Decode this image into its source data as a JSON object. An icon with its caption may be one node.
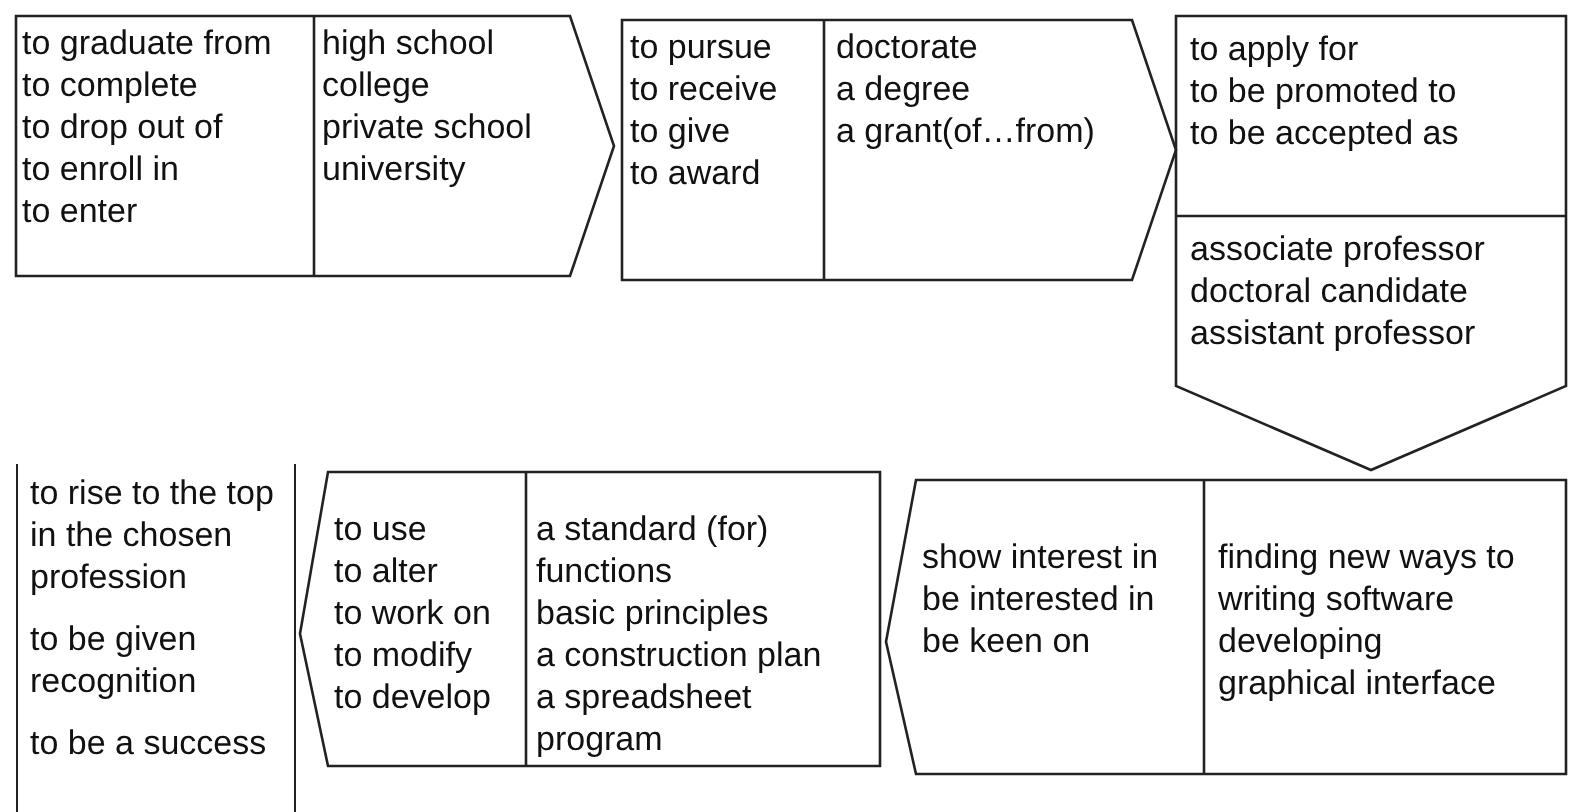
{
  "diagram": {
    "nodes": [
      {
        "text": [],
        "shape": "chevron"
      },
      {
        "text": [
          "to graduate from",
          "to complete",
          "to drop out of",
          "to enroll in",
          "to enter"
        ],
        "in": 0
      },
      {
        "text": [
          "high school",
          "college",
          "private school",
          "university"
        ],
        "in": 0
      },
      {
        "text": [],
        "shape": "chevron"
      },
      {
        "text": [
          "to pursue",
          "to receive",
          "to give",
          "to award"
        ],
        "in": 3
      },
      {
        "text": [
          "doctorate",
          "a degree",
          "a grant(of…from)"
        ],
        "in": 3
      },
      {
        "text": [],
        "shape": "chevron"
      },
      {
        "text": [
          "to apply for",
          "to be promoted to",
          "to be accepted as"
        ],
        "in": 6
      },
      {
        "text": [
          "associate professor",
          "doctoral candidate",
          "assistant professor"
        ],
        "in": 6
      },
      {
        "text": [],
        "shape": "chevron"
      },
      {
        "text": [
          "show interest in",
          "be interested in",
          "be keen on"
        ],
        "in": 9
      },
      {
        "text": [
          "finding new ways to",
          "writing software",
          "developing",
          "graphical interface"
        ],
        "in": 9
      },
      {
        "text": [],
        "shape": "chevron"
      },
      {
        "text": [
          "to use",
          "to alter",
          "to work on",
          "to modify",
          "to develop"
        ],
        "in": 12
      },
      {
        "text": [
          "a standard (for)",
          "functions",
          "basic principles",
          "a construction plan",
          "a spreadsheet program"
        ],
        "in": 12
      },
      {
        "text": [
          "to rise to the top in the chosen profession",
          "to be given recognition",
          "to be a success"
        ]
      }
    ]
  }
}
